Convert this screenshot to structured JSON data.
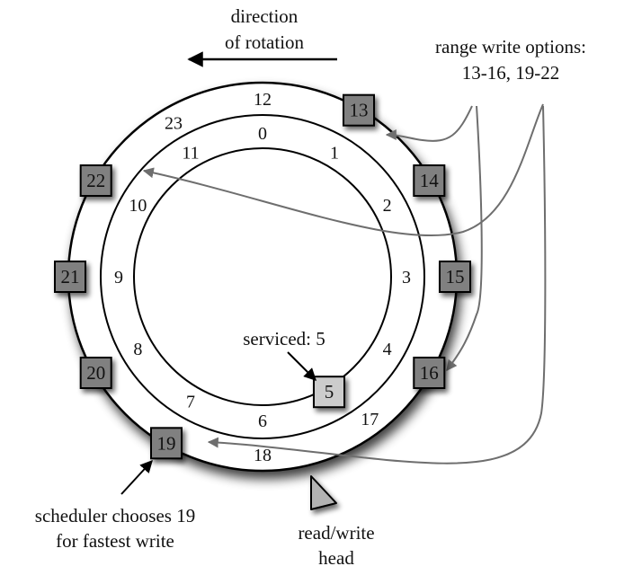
{
  "diagram": {
    "type": "disk-platter-track-diagram",
    "direction_label": [
      "direction",
      "of rotation"
    ],
    "range_label": [
      "range write options:",
      "13-16, 19-22"
    ],
    "serviced_label": "serviced: 5",
    "scheduler_label": [
      "scheduler chooses 19",
      "for fastest write"
    ],
    "head_label": [
      "read/write",
      "head"
    ],
    "colors": {
      "free_block": "#808080",
      "serviced_block": "#cccccc",
      "arrow_gray": "#6e6e6e",
      "head": "#b3b3b3",
      "line": "#000000"
    },
    "tracks": {
      "inner": {
        "name": "inner track",
        "sectors": [
          {
            "label": "0",
            "angle_deg": 0
          },
          {
            "label": "1",
            "angle_deg": 30
          },
          {
            "label": "2",
            "angle_deg": 60
          },
          {
            "label": "3",
            "angle_deg": 90
          },
          {
            "label": "4",
            "angle_deg": 120
          },
          {
            "label": "6",
            "angle_deg": 180
          },
          {
            "label": "7",
            "angle_deg": 210
          },
          {
            "label": "8",
            "angle_deg": 240
          },
          {
            "label": "9",
            "angle_deg": 270
          },
          {
            "label": "10",
            "angle_deg": 300
          },
          {
            "label": "11",
            "angle_deg": 330
          }
        ],
        "blocks": [
          {
            "label": "5",
            "angle_deg": 150,
            "state": "serviced"
          }
        ]
      },
      "outer": {
        "name": "outer track",
        "sectors": [
          {
            "label": "12",
            "angle_deg": 0
          },
          {
            "label": "17",
            "angle_deg": 143
          },
          {
            "label": "18",
            "angle_deg": 180
          },
          {
            "label": "23",
            "angle_deg": 330
          }
        ],
        "blocks": [
          {
            "label": "13",
            "angle_deg": 30,
            "state": "free"
          },
          {
            "label": "14",
            "angle_deg": 60,
            "state": "free"
          },
          {
            "label": "15",
            "angle_deg": 90,
            "state": "free"
          },
          {
            "label": "16",
            "angle_deg": 120,
            "state": "free"
          },
          {
            "label": "19",
            "angle_deg": 210,
            "state": "chosen"
          },
          {
            "label": "20",
            "angle_deg": 240,
            "state": "free"
          },
          {
            "label": "21",
            "angle_deg": 270,
            "state": "free"
          },
          {
            "label": "22",
            "angle_deg": 300,
            "state": "free"
          }
        ]
      }
    },
    "range_arrows": [
      {
        "target": "13",
        "range": "13-16"
      },
      {
        "target": "16",
        "range": "13-16"
      },
      {
        "target": "22",
        "range": "19-22"
      },
      {
        "target": "19",
        "range": "19-22"
      }
    ]
  }
}
